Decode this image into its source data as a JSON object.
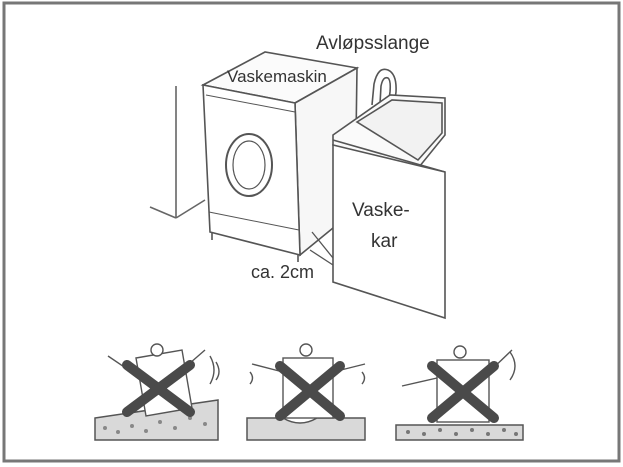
{
  "labels": {
    "drain_hose": "Avløpsslange",
    "washing_machine": "Vaskemaskin",
    "sink_line1": "Vaske-",
    "sink_line2": "kar",
    "distance": "ca. 2cm"
  },
  "colors": {
    "frame": "#777777",
    "line": "#555555",
    "cross": "#4a4a4a",
    "text": "#333333"
  },
  "warnings": [
    {
      "icon": "tilted-floor-icon"
    },
    {
      "icon": "uneven-floor-icon"
    },
    {
      "icon": "soft-surface-icon"
    }
  ]
}
